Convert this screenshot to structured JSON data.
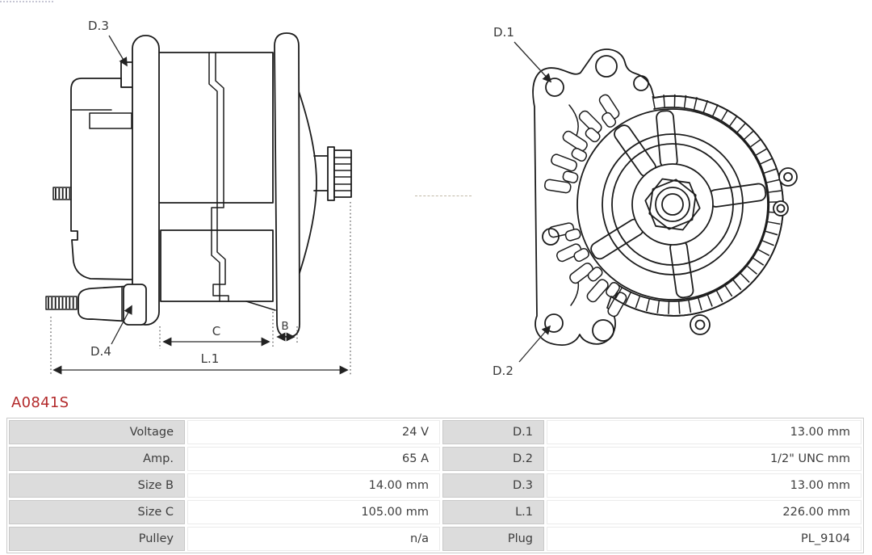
{
  "part_number": "A0841S",
  "diagram": {
    "side_view": {
      "d3": "D.3",
      "d4": "D.4",
      "c": "C",
      "b": "B",
      "l1": "L.1"
    },
    "front_view": {
      "d1": "D.1",
      "d2": "D.2"
    }
  },
  "table": {
    "left": [
      {
        "label": "Voltage",
        "value": "24 V"
      },
      {
        "label": "Amp.",
        "value": "65 A"
      },
      {
        "label": "Size B",
        "value": "14.00 mm"
      },
      {
        "label": "Size C",
        "value": "105.00 mm"
      },
      {
        "label": "Pulley",
        "value": "n/a"
      }
    ],
    "right": [
      {
        "label": "D.1",
        "value": "13.00 mm"
      },
      {
        "label": "D.2",
        "value": "1/2\" UNC mm"
      },
      {
        "label": "D.3",
        "value": "13.00 mm"
      },
      {
        "label": "L.1",
        "value": "226.00 mm"
      },
      {
        "label": "Plug",
        "value": "PL_9104"
      }
    ]
  },
  "colors": {
    "part_number_red": "#b32a2b",
    "line_art": "#1c1c1c",
    "table_label_gray": "#dcdcdc",
    "table_text": "#3d3d3d"
  }
}
